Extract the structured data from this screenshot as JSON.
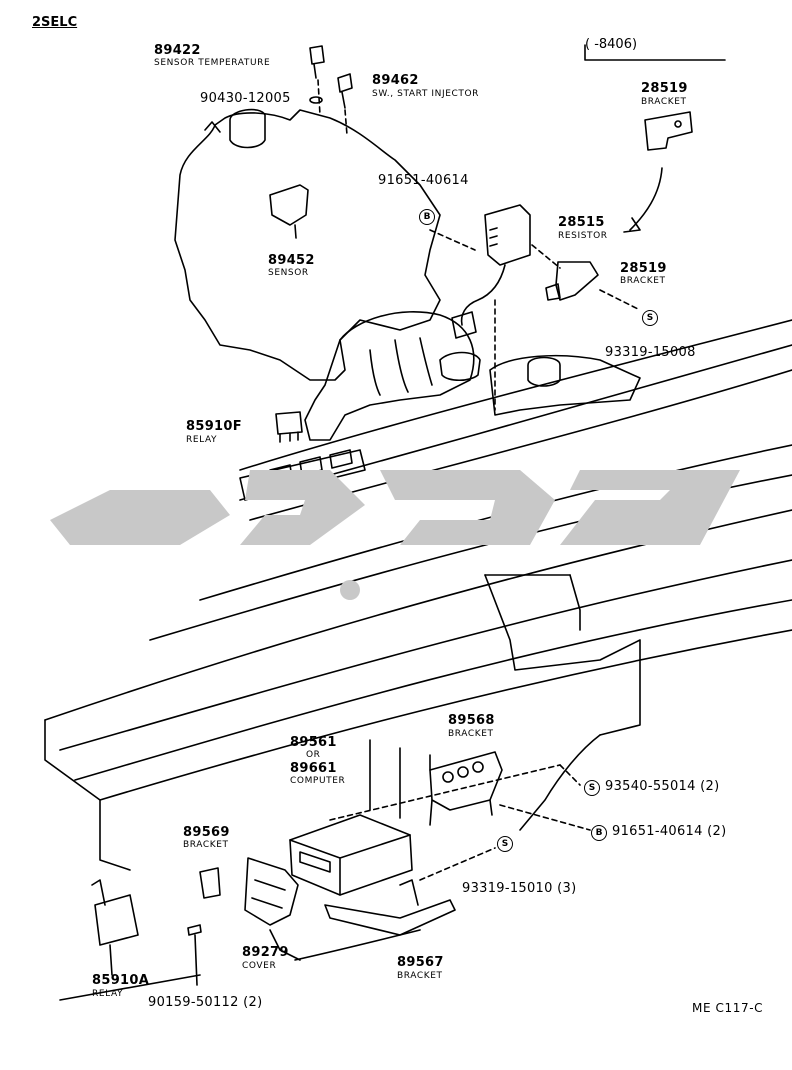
{
  "header": {
    "model": "2SELC",
    "date_range": "(       -8406)",
    "figure_code": "ME C117-C"
  },
  "parts": {
    "p89422": {
      "number": "89422",
      "name": "SENSOR TEMPERATURE"
    },
    "p90430": {
      "number": "90430-12005"
    },
    "p89462": {
      "number": "89462",
      "name": "SW., START INJECTOR"
    },
    "p91651a": {
      "number": "91651-40614"
    },
    "p28515": {
      "number": "28515",
      "name": "RESISTOR"
    },
    "p28519a": {
      "number": "28519",
      "name": "BRACKET"
    },
    "p28519b": {
      "number": "28519",
      "name": "BRACKET"
    },
    "p89452": {
      "number": "89452",
      "name": "SENSOR"
    },
    "p93319a": {
      "number": "93319-15008"
    },
    "p85910f": {
      "number": "85910F",
      "name": "RELAY"
    },
    "p89568": {
      "number": "89568",
      "name": "BRACKET"
    },
    "p89561": {
      "number": "89561",
      "or": "OR",
      "alt": "89661",
      "name": "COMPUTER"
    },
    "p93540": {
      "number": "93540-55014",
      "qty": "(2)"
    },
    "p91651b": {
      "number": "91651-40614",
      "qty": "(2)"
    },
    "p89569": {
      "number": "89569",
      "name": "BRACKET"
    },
    "p93319b": {
      "number": "93319-15010",
      "qty": "(3)"
    },
    "p89279": {
      "number": "89279",
      "name": "COVER"
    },
    "p89567": {
      "number": "89567",
      "name": "BRACKET"
    },
    "p85910a": {
      "number": "85910A",
      "name": "RELAY"
    },
    "p90159": {
      "number": "90159-50112",
      "qty": "(2)"
    }
  },
  "symbols": {
    "bolt": "B",
    "screw": "S"
  },
  "colors": {
    "ink": "#000000",
    "watermark": "#c8c8c8",
    "paper": "#ffffff"
  }
}
